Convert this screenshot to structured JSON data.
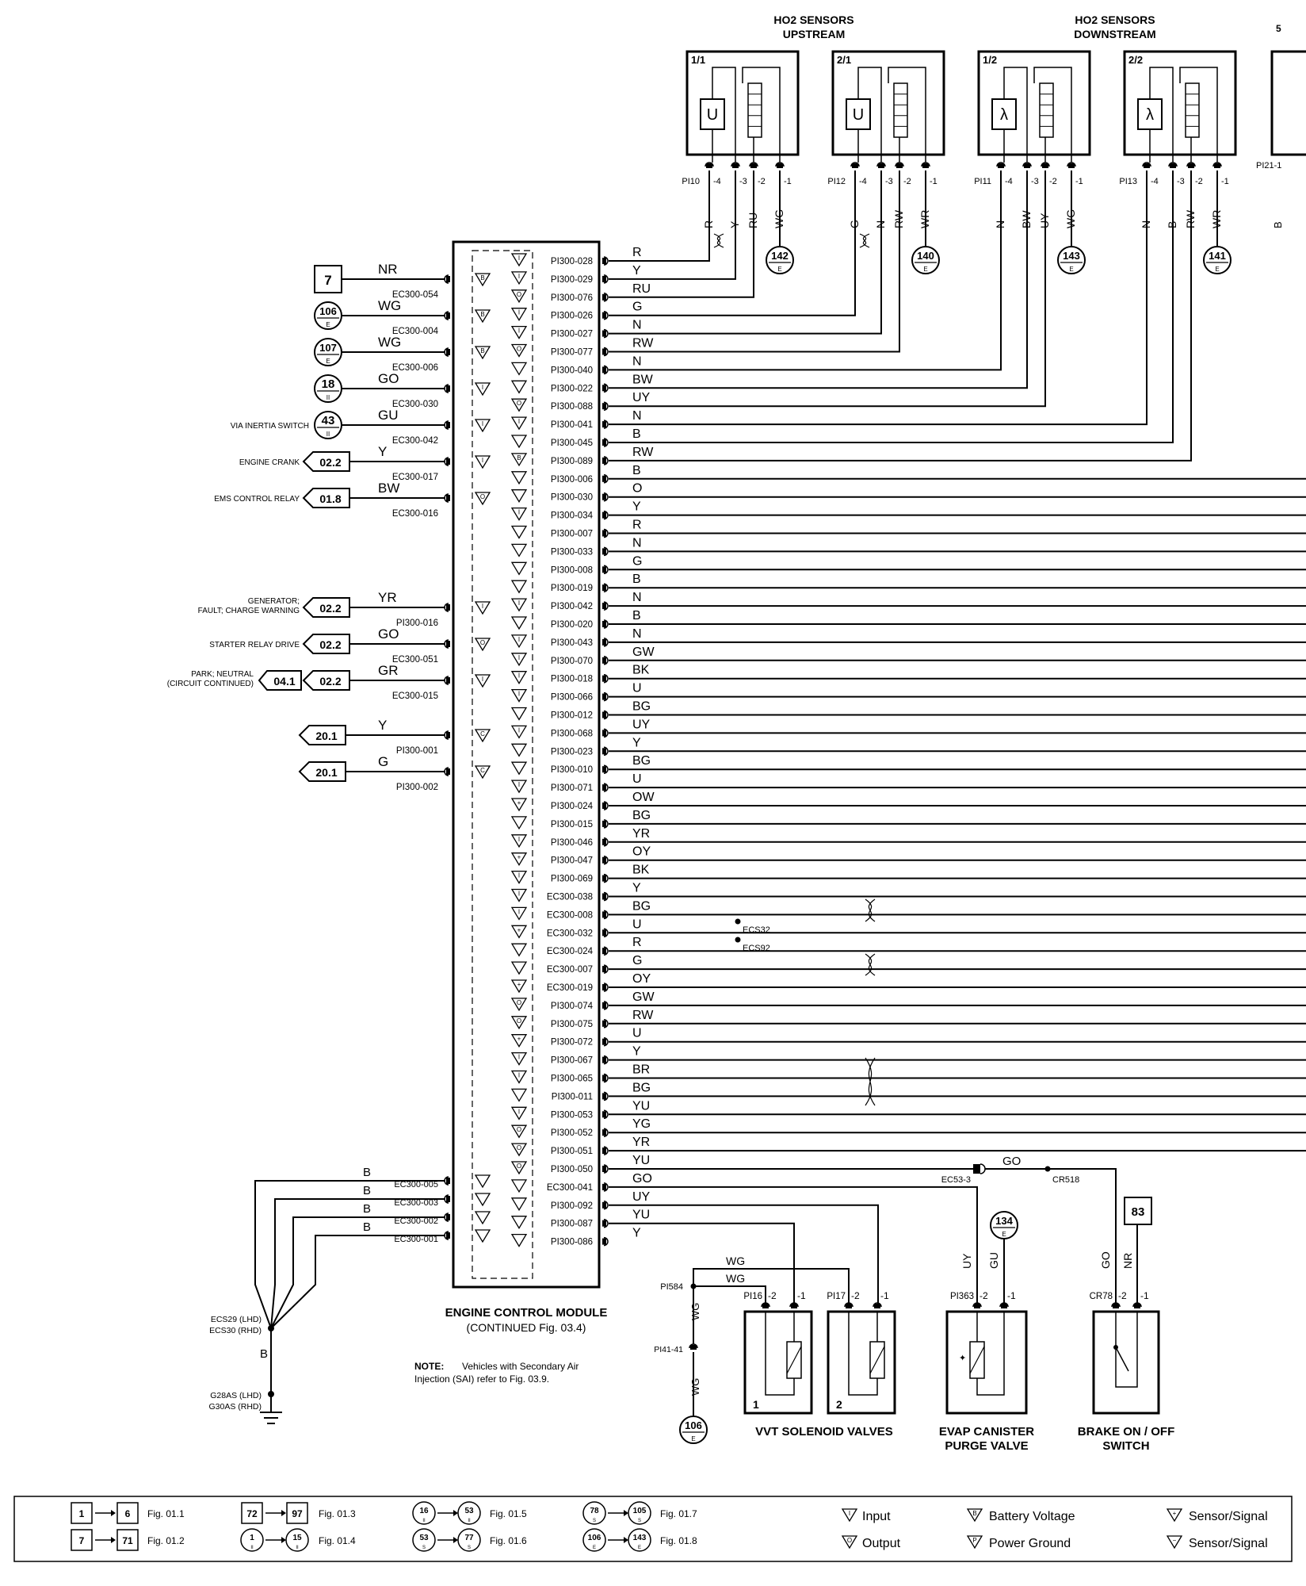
{
  "headers": {
    "upstream_l1": "HO2 SENSORS",
    "upstream_l2": "UPSTREAM",
    "downstream_l1": "HO2 SENSORS",
    "downstream_l2": "DOWNSTREAM"
  },
  "sensors": [
    {
      "id": "1/1",
      "sym": "U",
      "conn": "PI10",
      "wires": [
        "R",
        "Y",
        "RU",
        "WG"
      ],
      "ref": "142",
      "ref_sub": "E"
    },
    {
      "id": "2/1",
      "sym": "U",
      "conn": "PI12",
      "wires": [
        "G",
        "N",
        "RW",
        "WR"
      ],
      "ref": "140",
      "ref_sub": "E"
    },
    {
      "id": "1/2",
      "sym": "λ",
      "conn": "PI11",
      "wires": [
        "N",
        "BW",
        "UY",
        "WG"
      ],
      "ref": "143",
      "ref_sub": "E"
    },
    {
      "id": "2/2",
      "sym": "λ",
      "conn": "PI13",
      "wires": [
        "N",
        "B",
        "RW",
        "WR"
      ],
      "ref": "141",
      "ref_sub": "E"
    }
  ],
  "sensor_pins": [
    "-4",
    "-3",
    "-2",
    "-1"
  ],
  "cut_sensor": {
    "conn": "PI21-1",
    "wire": "B"
  },
  "ecm": {
    "title": "ENGINE CONTROL MODULE",
    "subtitle": "(CONTINUED Fig. 03.4)",
    "pins": [
      {
        "pin": "PI300-028",
        "wire": "R"
      },
      {
        "pin": "PI300-029",
        "wire": "Y"
      },
      {
        "pin": "PI300-076",
        "wire": "RU"
      },
      {
        "pin": "PI300-026",
        "wire": "G"
      },
      {
        "pin": "PI300-027",
        "wire": "N"
      },
      {
        "pin": "PI300-077",
        "wire": "RW"
      },
      {
        "pin": "PI300-040",
        "wire": "N"
      },
      {
        "pin": "PI300-022",
        "wire": "BW"
      },
      {
        "pin": "PI300-088",
        "wire": "UY"
      },
      {
        "pin": "PI300-041",
        "wire": "N"
      },
      {
        "pin": "PI300-045",
        "wire": "B"
      },
      {
        "pin": "PI300-089",
        "wire": "RW"
      },
      {
        "pin": "PI300-006",
        "wire": "B"
      },
      {
        "pin": "PI300-030",
        "wire": "O"
      },
      {
        "pin": "PI300-034",
        "wire": "Y"
      },
      {
        "pin": "PI300-007",
        "wire": "R"
      },
      {
        "pin": "PI300-033",
        "wire": "N"
      },
      {
        "pin": "PI300-008",
        "wire": "G"
      },
      {
        "pin": "PI300-019",
        "wire": "B"
      },
      {
        "pin": "PI300-042",
        "wire": "N"
      },
      {
        "pin": "PI300-020",
        "wire": "B"
      },
      {
        "pin": "PI300-043",
        "wire": "N"
      },
      {
        "pin": "PI300-070",
        "wire": "GW"
      },
      {
        "pin": "PI300-018",
        "wire": "BK"
      },
      {
        "pin": "PI300-066",
        "wire": "U"
      },
      {
        "pin": "PI300-012",
        "wire": "BG"
      },
      {
        "pin": "PI300-068",
        "wire": "UY"
      },
      {
        "pin": "PI300-023",
        "wire": "Y"
      },
      {
        "pin": "PI300-010",
        "wire": "BG"
      },
      {
        "pin": "PI300-071",
        "wire": "U"
      },
      {
        "pin": "PI300-024",
        "wire": "OW"
      },
      {
        "pin": "PI300-015",
        "wire": "BG"
      },
      {
        "pin": "PI300-046",
        "wire": "YR"
      },
      {
        "pin": "PI300-047",
        "wire": "OY"
      },
      {
        "pin": "PI300-069",
        "wire": "BK"
      },
      {
        "pin": "EC300-038",
        "wire": "Y"
      },
      {
        "pin": "EC300-008",
        "wire": "BG"
      },
      {
        "pin": "EC300-032",
        "wire": "U"
      },
      {
        "pin": "EC300-024",
        "wire": "R"
      },
      {
        "pin": "EC300-007",
        "wire": "G"
      },
      {
        "pin": "EC300-019",
        "wire": "OY"
      },
      {
        "pin": "PI300-074",
        "wire": "GW"
      },
      {
        "pin": "PI300-075",
        "wire": "RW"
      },
      {
        "pin": "PI300-072",
        "wire": "U"
      },
      {
        "pin": "PI300-067",
        "wire": "Y"
      },
      {
        "pin": "PI300-065",
        "wire": "BR"
      },
      {
        "pin": "PI300-011",
        "wire": "BG"
      },
      {
        "pin": "PI300-053",
        "wire": "YU"
      },
      {
        "pin": "PI300-052",
        "wire": "YG"
      },
      {
        "pin": "PI300-051",
        "wire": "YR"
      },
      {
        "pin": "PI300-050",
        "wire": "YU"
      },
      {
        "pin": "EC300-041",
        "wire": "GO"
      },
      {
        "pin": "PI300-092",
        "wire": "UY"
      },
      {
        "pin": "PI300-087",
        "wire": "YU"
      },
      {
        "pin": "PI300-086",
        "wire": "Y"
      }
    ]
  },
  "left_connections": [
    {
      "ref": "7",
      "ref_sub": "",
      "shape": "box",
      "wire": "NR",
      "conn": "EC300-054",
      "desc": ""
    },
    {
      "ref": "106",
      "ref_sub": "E",
      "shape": "circle",
      "wire": "WG",
      "conn": "EC300-004",
      "desc": ""
    },
    {
      "ref": "107",
      "ref_sub": "E",
      "shape": "circle",
      "wire": "WG",
      "conn": "EC300-006",
      "desc": ""
    },
    {
      "ref": "18",
      "ref_sub": "II",
      "shape": "circle",
      "wire": "GO",
      "conn": "EC300-030",
      "desc": ""
    },
    {
      "ref": "43",
      "ref_sub": "II",
      "shape": "circle",
      "wire": "GU",
      "conn": "EC300-042",
      "desc": "VIA INERTIA SWITCH"
    },
    {
      "ref": "02.2",
      "ref_sub": "",
      "shape": "arrow",
      "wire": "Y",
      "conn": "EC300-017",
      "desc": "ENGINE CRANK"
    },
    {
      "ref": "01.8",
      "ref_sub": "",
      "shape": "arrow",
      "wire": "BW",
      "conn": "EC300-016",
      "desc": "EMS CONTROL RELAY"
    },
    {
      "ref": "02.2",
      "ref_sub": "",
      "shape": "arrow",
      "wire": "YR",
      "conn": "PI300-016",
      "desc": "GENERATOR;",
      "desc2": "FAULT; CHARGE WARNING"
    },
    {
      "ref": "02.2",
      "ref_sub": "",
      "shape": "arrow",
      "wire": "GO",
      "conn": "EC300-051",
      "desc": "STARTER RELAY DRIVE"
    },
    {
      "ref": "02.2",
      "ref_sub": "",
      "shape": "arrow",
      "wire": "GR",
      "conn": "EC300-015",
      "desc": "PARK; NEUTRAL",
      "desc2": "(CIRCUIT CONTINUED)",
      "extra": "04.1"
    },
    {
      "ref": "20.1",
      "ref_sub": "",
      "shape": "arrow",
      "wire": "Y",
      "conn": "PI300-001",
      "desc": ""
    },
    {
      "ref": "20.1",
      "ref_sub": "",
      "shape": "arrow",
      "wire": "G",
      "conn": "PI300-002",
      "desc": ""
    }
  ],
  "ground_group": {
    "wires": [
      "B",
      "B",
      "B",
      "B"
    ],
    "conns": [
      "EC300-005",
      "EC300-003",
      "EC300-002",
      "EC300-001"
    ],
    "splice_l1": "ECS29 (LHD)",
    "splice_l2": "ECS30 (RHD)",
    "splice_wire": "B",
    "ground_l1": "G28AS (LHD)",
    "ground_l2": "G30AS (RHD)"
  },
  "splices_mid": {
    "a": "ECS32",
    "b": "ECS92"
  },
  "note": {
    "label": "NOTE:",
    "line1": "Vehicles with Secondary Air",
    "line2": "Injection (SAI) refer to Fig. 03.9."
  },
  "vvt": {
    "title": "VVT SOLENOID VALVES",
    "valve1": {
      "num": "1",
      "conn": "PI16"
    },
    "valve2": {
      "num": "2",
      "conn": "PI17"
    },
    "wire_top1": "WG",
    "wire_top2": "WG",
    "splice": "PI584",
    "conn_mid": "PI41-41",
    "wire_down1": "WG",
    "wire_down2": "WG",
    "ref": "106",
    "ref_sub": "E",
    "pins": [
      "-2",
      "-1"
    ]
  },
  "evap": {
    "title_l1": "EVAP CANISTER",
    "title_l2": "PURGE VALVE",
    "conn": "PI363",
    "wires": [
      "UY",
      "GU"
    ],
    "ref": "134",
    "ref_sub": "E"
  },
  "brake": {
    "title_l1": "BRAKE ON / OFF",
    "title_l2": "SWITCH",
    "conn": "CR78",
    "wires": [
      "GO",
      "NR"
    ],
    "ref": "83",
    "splice_go": "EC53-3",
    "splice_cr": "CR518",
    "wire_go": "GO"
  },
  "legend": {
    "r1": {
      "a": "1",
      "b": "6",
      "fig": "Fig. 01.1",
      "c": "72",
      "d": "97",
      "fig2": "Fig. 01.3",
      "e": "16",
      "e_sub": "II",
      "f": "53",
      "f_sub": "II",
      "fig3": "Fig. 01.5",
      "g": "78",
      "g_sub": "S",
      "h": "105",
      "h_sub": "S",
      "fig4": "Fig. 01.7"
    },
    "r2": {
      "a": "7",
      "b": "71",
      "fig": "Fig. 01.2",
      "c": "1",
      "c_sub": "II",
      "d": "15",
      "d_sub": "II",
      "fig2": "Fig. 01.4",
      "e": "53",
      "e_sub": "S",
      "f": "77",
      "f_sub": "S",
      "fig3": "Fig. 01.6",
      "g": "106",
      "g_sub": "E",
      "h": "143",
      "h_sub": "E",
      "fig4": "Fig. 01.8"
    },
    "input": "Input",
    "output": "Output",
    "battery": "Battery Voltage",
    "power_ground": "Power Ground",
    "sensor1": "Sensor/Signal",
    "sensor2": "Sensor/Signal"
  }
}
